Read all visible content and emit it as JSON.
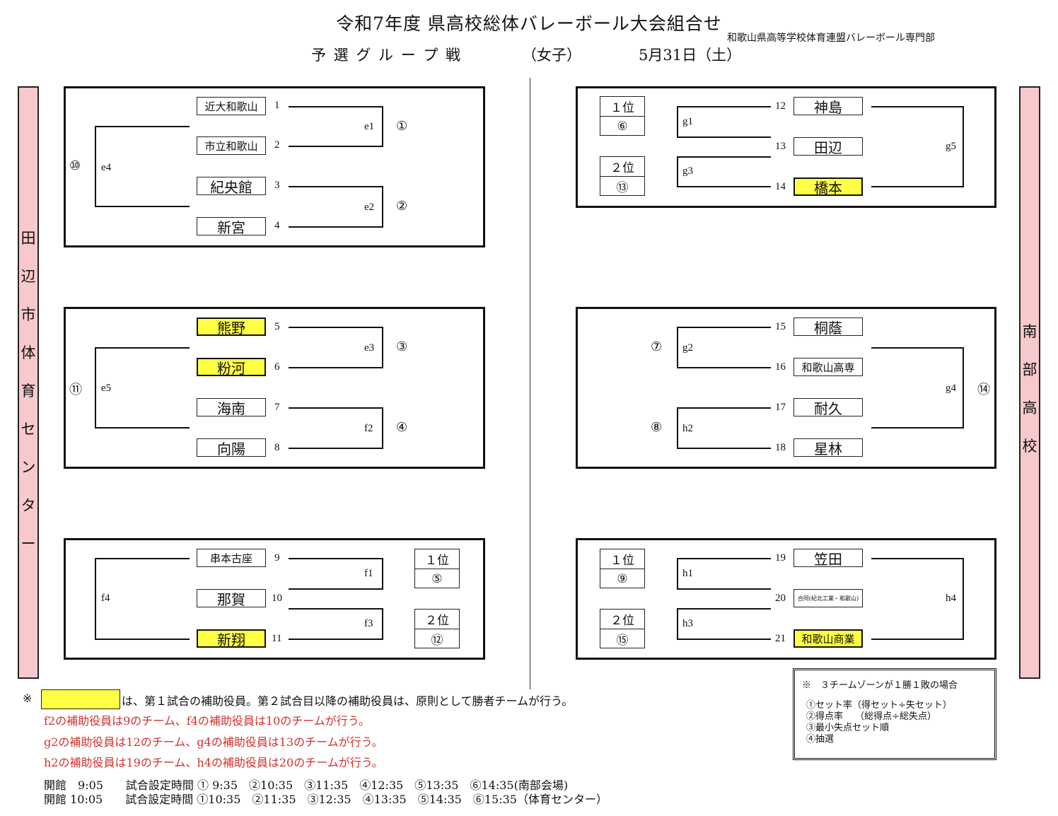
{
  "header": {
    "title": "令和7年度 県高校総体バレーボール大会組合せ",
    "organizer": "和歌山県高等学校体育連盟バレーボール専門部",
    "stage": "予 選 グ ル ー プ 戦",
    "division": "（女子）",
    "date": "5月31日（土）"
  },
  "venues": {
    "left": [
      "田",
      "辺",
      "市",
      "体",
      "育",
      "セ",
      "ン",
      "タ",
      "ー"
    ],
    "right": [
      "南",
      "部",
      "高",
      "校"
    ]
  },
  "teams": {
    "t1": "近大和歌山",
    "t2": "市立和歌山",
    "t3": "紀央館",
    "t4": "新宮",
    "t5": "熊野",
    "t6": "粉河",
    "t7": "海南",
    "t8": "向陽",
    "t9": "串本古座",
    "t10": "那賀",
    "t11": "新翔",
    "t12": "神島",
    "t13": "田辺",
    "t14": "橋本",
    "t15": "桐蔭",
    "t16": "和歌山高専",
    "t17": "耐久",
    "t18": "星林",
    "t19": "笠田",
    "t20": "合同(紀北工業・和歌山)",
    "t21": "和歌山商業"
  },
  "numbers": [
    "1",
    "2",
    "3",
    "4",
    "5",
    "6",
    "7",
    "8",
    "9",
    "10",
    "11",
    "12",
    "13",
    "14",
    "15",
    "16",
    "17",
    "18",
    "19",
    "20",
    "21"
  ],
  "matches": {
    "e1": "e1",
    "e2": "e2",
    "e3": "e3",
    "e4": "e4",
    "e5": "e5",
    "f1": "f1",
    "f2": "f2",
    "f3": "f3",
    "f4": "f4",
    "g1": "g1",
    "g2": "g2",
    "g3": "g3",
    "g4": "g4",
    "g5": "g5",
    "h1": "h1",
    "h2": "h2",
    "h3": "h3",
    "h4": "h4"
  },
  "order": [
    "①",
    "②",
    "③",
    "④",
    "⑤",
    "⑥",
    "⑦",
    "⑧",
    "⑨",
    "⑩",
    "⑪",
    "⑫",
    "⑬",
    "⑭",
    "⑮"
  ],
  "ranks": {
    "first": "１位",
    "second": "２位"
  },
  "notes": {
    "mark": "※",
    "main": "は、第１試合の補助役員。第２試合目以降の補助役員は、原則として勝者チームが行う。",
    "red1": "f2の補助役員は9のチーム、f4の補助役員は10のチームが行う。",
    "red2": "g2の補助役員は12のチーム、g4の補助役員は13のチームが行う。",
    "red3": "h2の補助役員は19のチーム、h4の補助役員は20のチームが行う。",
    "time1": "開館　9:05　　試合設定時間 ① 9:35　②10:35　③11:35　④12:35　⑤13:35　⑥14:35(南部会場)",
    "time2": "開館 10:05　　試合設定時間 ①10:35　②11:35　③12:35　④13:35　⑤14:35　⑥15:35（体育センター）"
  },
  "tiebreak": {
    "heading": "※　３チームゾーンが１勝１敗の場合",
    "items": [
      "①セット率（得セット÷失セット）",
      "②得点率　 （総得点÷総失点）",
      "③最小失点セット順",
      "④抽選"
    ]
  },
  "colors": {
    "highlight": "#ffff44",
    "venue_band": "#f7c9cd",
    "red_text": "#d2322d"
  }
}
